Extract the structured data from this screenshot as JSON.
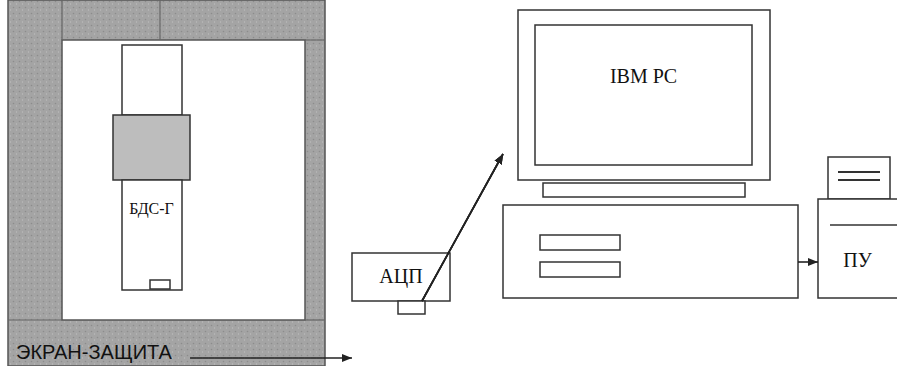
{
  "diagram": {
    "nodes": [
      {
        "text": [
          "ЭКРАН-ЗАЩИТА"
        ]
      },
      {
        "text": [
          "БДС-Г"
        ],
        "in": 0
      },
      {
        "text": [
          "АЦП"
        ]
      },
      {
        "text": [
          "IBM PC"
        ]
      },
      {
        "text": [
          "ПУ"
        ]
      }
    ],
    "edges": [
      {
        "from": 1,
        "to": 2,
        "arrow": "to"
      },
      {
        "from": 2,
        "to": 3,
        "arrow": "to"
      },
      {
        "from": 2,
        "to": 3,
        "arrow": "to"
      },
      {
        "from": 2,
        "to": 3,
        "arrow": "to"
      },
      {
        "from": 3,
        "to": 4,
        "arrow": "to"
      }
    ]
  }
}
